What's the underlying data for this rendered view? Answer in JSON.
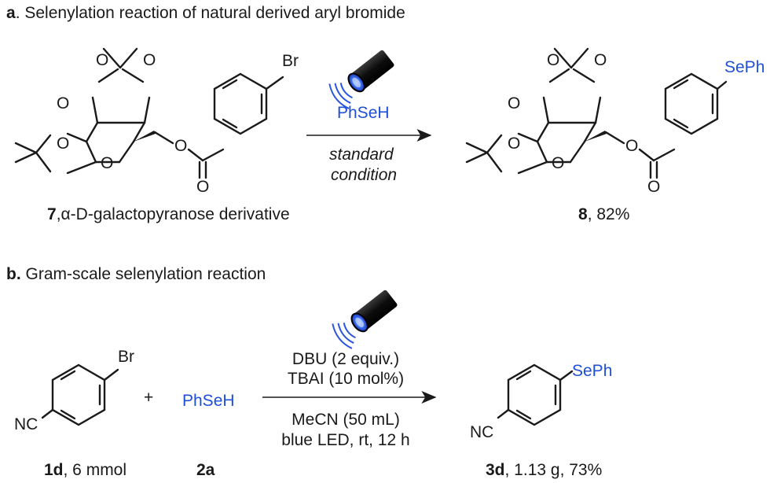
{
  "section_a": {
    "title_label": "a",
    "title_text": ". Selenylation reaction of natural derived aryl bromide",
    "reagent": "PhSeH",
    "condition_line1": "standard",
    "condition_line2": "condition",
    "sm_caption_num": "7",
    "sm_caption_text": ",α-D-galactopyranose derivative",
    "product_caption_num": "8",
    "product_caption_text": ", 82%",
    "sm_substituent": "Br",
    "product_substituent": "SePh"
  },
  "section_b": {
    "title_label": "b.",
    "title_text": " Gram-scale selenylation reaction",
    "plus": "+",
    "reagent": "PhSeH",
    "conditions_above": [
      "DBU (2 equiv.)",
      "TBAI (10 mol%)"
    ],
    "conditions_below": [
      "MeCN (50 mL)",
      "blue LED, rt, 12 h"
    ],
    "sm_label_num": "1d",
    "sm_label_text": ", 6 mmol",
    "reagent_label": "2a",
    "product_label_num": "3d",
    "product_label_text": ", 1.13 g, 73%",
    "sm_substituent": "Br",
    "nitrile": "NC",
    "product_substituent": "SePh"
  },
  "atoms": {
    "oxygen": "O"
  },
  "colors": {
    "accent": "#1f4fd6",
    "ink": "#1a1a1a"
  },
  "icons": [
    "led-lamp-icon"
  ]
}
